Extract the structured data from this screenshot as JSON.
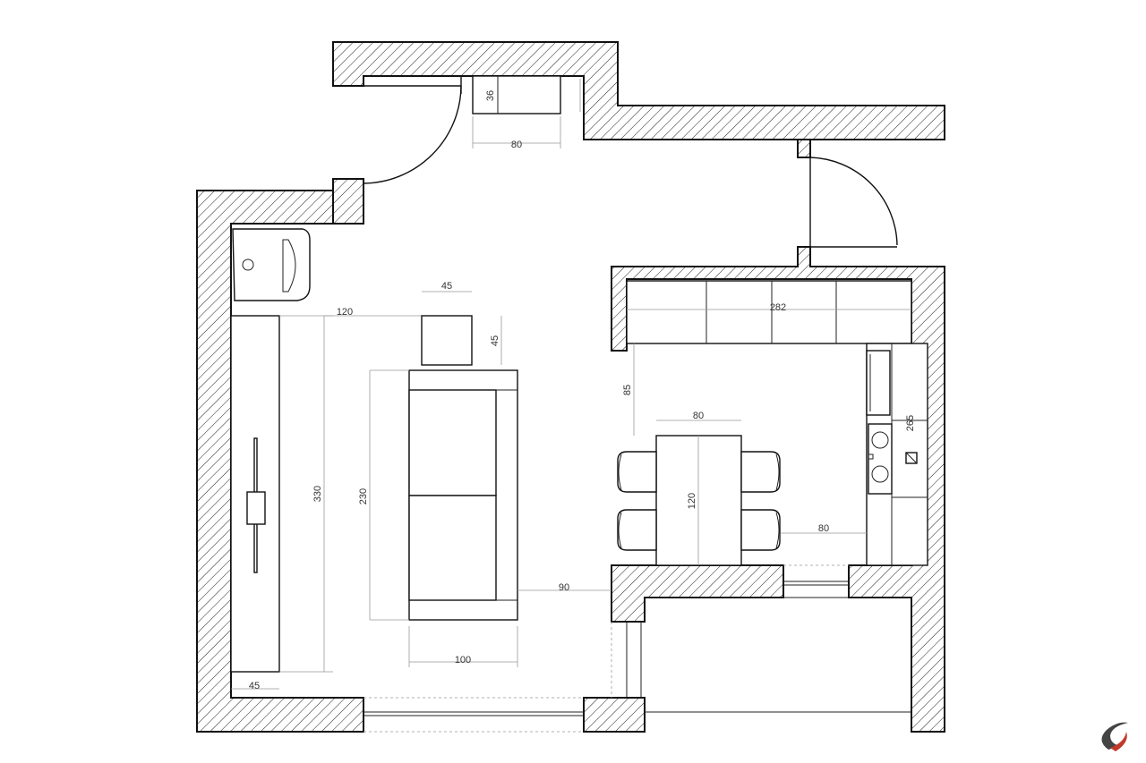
{
  "dimensions": {
    "cabinet_depth": "36",
    "cabinet_width": "80",
    "pouf_width": "45",
    "pouf_depth": "45",
    "tv_clearance": "120",
    "tv_unit_length": "330",
    "sofa_length": "230",
    "sofa_depth": "100",
    "sofa_to_wall": "90",
    "tv_unit_depth": "45",
    "kitchen_top_length": "282",
    "kitchen_side_length": "265",
    "table_clearance_top": "85",
    "table_width": "80",
    "table_length": "120",
    "table_clearance_right": "80"
  },
  "colors": {
    "line": "#111111",
    "dimension": "#999999",
    "logo": "#c0392b"
  },
  "icons": {
    "logo": "swoosh-logo-icon"
  }
}
